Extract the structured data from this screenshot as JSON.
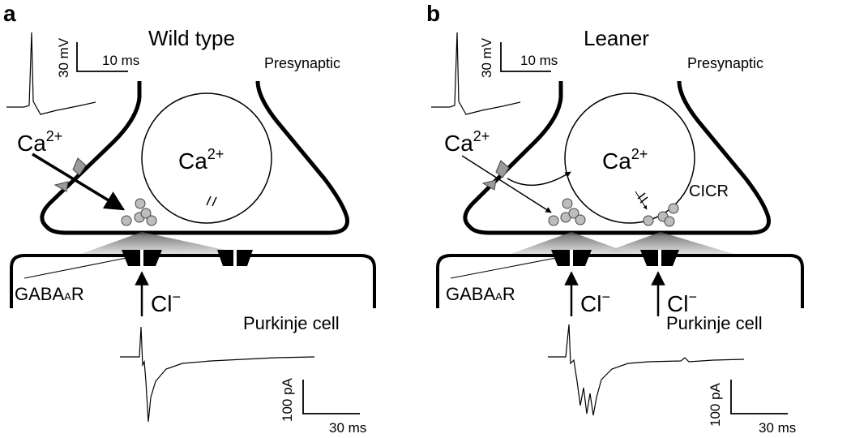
{
  "panels": [
    {
      "letter": "a",
      "title": "Wild type",
      "presynaptic": "Presynaptic",
      "ca_base": "Ca",
      "ca_sup": "2+",
      "receptor": "GABA",
      "receptor_sub": "A",
      "receptor_suffix": "R",
      "cl_base": "Cl",
      "cl_sup": "−",
      "purkinje": "Purkinje cell",
      "scale_mv": "30 mV",
      "scale_ms_top": "10 ms",
      "scale_pa": "100 pA",
      "scale_ms_bottom": "30 ms"
    },
    {
      "letter": "b",
      "title": "Leaner",
      "presynaptic": "Presynaptic",
      "ca_base": "Ca",
      "ca_sup": "2+",
      "cicr": "CICR",
      "receptor": "GABA",
      "receptor_sub": "A",
      "receptor_suffix": "R",
      "cl_base": "Cl",
      "cl_sup": "−",
      "purkinje": "Purkinje cell",
      "scale_mv": "30 mV",
      "scale_ms_top": "10 ms",
      "scale_pa": "100 pA",
      "scale_ms_bottom": "30 ms"
    }
  ]
}
